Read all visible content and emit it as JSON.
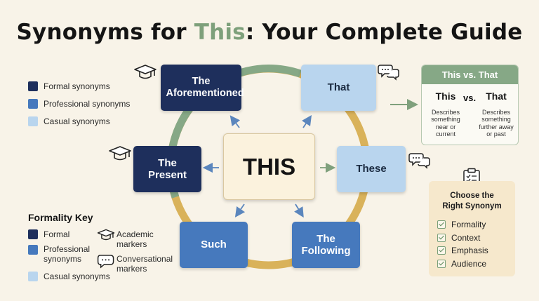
{
  "title": {
    "before": "Synonyms for ",
    "highlight": "This",
    "after": ": Your Complete Guide"
  },
  "legend": [
    {
      "label": "Formal synonyms",
      "color": "#1e2f5c"
    },
    {
      "label": "Professional synonyms",
      "color": "#4679bd"
    },
    {
      "label": "Casual synonyms",
      "color": "#b9d5ee"
    }
  ],
  "center_word": "THIS",
  "synonyms": [
    {
      "word": "The Aforementioned",
      "category": "formal",
      "marker": "academic"
    },
    {
      "word": "That",
      "category": "casual",
      "marker": "conversational"
    },
    {
      "word": "These",
      "category": "casual",
      "marker": "conversational"
    },
    {
      "word": "The Following",
      "category": "professional"
    },
    {
      "word": "Such",
      "category": "professional"
    },
    {
      "word": "The Present",
      "category": "formal",
      "marker": "academic"
    }
  ],
  "comparison": {
    "title": "This vs. That",
    "left_word": "This",
    "vs": "vs.",
    "right_word": "That",
    "left_desc": "Describes something near or current",
    "right_desc": "Describes something further away or past"
  },
  "choose": {
    "title_line1": "Choose the",
    "title_line2": "Right Synonym",
    "items": [
      "Formality",
      "Context",
      "Emphasis",
      "Audience"
    ]
  },
  "formality_key": {
    "title": "Formality Key",
    "formal": "Formal",
    "professional": "Professional synonyms",
    "casual": "Casual synonyms",
    "academic": "Academic markers",
    "conversational": "Conversational markers"
  },
  "colors": {
    "formal": "#1e2f5c",
    "professional": "#4679bd",
    "casual": "#b9d5ee",
    "ring_green": "#86a886",
    "ring_gold": "#d9b25a",
    "title_accent": "#7ea07b"
  }
}
